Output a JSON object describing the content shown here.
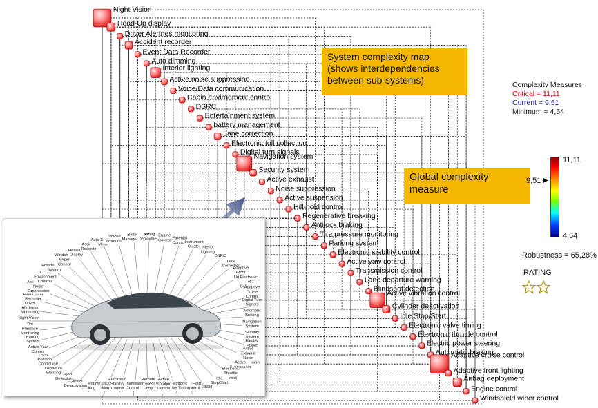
{
  "map": {
    "nodes": [
      {
        "label": "Night Vision",
        "value": 10.8
      },
      {
        "label": "Head-Up display",
        "value": 6.6
      },
      {
        "label": "Driver Alertnes monitoring",
        "value": 5.4
      },
      {
        "label": "Accident recorder",
        "value": 6.3
      },
      {
        "label": "Event Data Recorder",
        "value": 5.1
      },
      {
        "label": "Auto dimming",
        "value": 5.2
      },
      {
        "label": "Interior lighting",
        "value": 7.4
      },
      {
        "label": "Active noise suppression",
        "value": 5.6
      },
      {
        "label": "Voice/Data communication",
        "value": 5.3
      },
      {
        "label": "Cabin environment control",
        "value": 5.6
      },
      {
        "label": "DSRC",
        "value": 5.2
      },
      {
        "label": "Entertainment system",
        "value": 5.5
      },
      {
        "label": "battery management",
        "value": 5.3
      },
      {
        "label": "Lane correction",
        "value": 6.0
      },
      {
        "label": "Electronic toll collection",
        "value": 5.4
      },
      {
        "label": "Digital turn signals",
        "value": 5.4
      },
      {
        "label": "Navigation system",
        "value": 9.6
      },
      {
        "label": "Security system",
        "value": 5.9
      },
      {
        "label": "Active exhaust",
        "value": 5.3
      },
      {
        "label": "Noise suppression",
        "value": 5.4
      },
      {
        "label": "Active suspension",
        "value": 5.3
      },
      {
        "label": "Hill-hold control",
        "value": 5.3
      },
      {
        "label": "Regenerative breaking",
        "value": 5.5
      },
      {
        "label": "Antilock braking",
        "value": 5.3
      },
      {
        "label": "Tire pressure monitoring",
        "value": 5.3
      },
      {
        "label": "Parking system",
        "value": 5.2
      },
      {
        "label": "Electronic stability control",
        "value": 5.4
      },
      {
        "label": "Active yaw control",
        "value": 5.3
      },
      {
        "label": "Transmission control",
        "value": 5.3
      },
      {
        "label": "Lane departure warning",
        "value": 5.3
      },
      {
        "label": "Blindspot detection",
        "value": 5.3
      },
      {
        "label": "Active vibration control",
        "value": 9.5
      },
      {
        "label": "Cylinder deactivation",
        "value": 6.3
      },
      {
        "label": "Idle Stop/Start",
        "value": 5.3
      },
      {
        "label": "Electronic valve timing",
        "value": 5.3
      },
      {
        "label": "Electronic throttle control",
        "value": 5.3
      },
      {
        "label": "Electric power steering",
        "value": 5.4
      },
      {
        "label": "Automatic braking",
        "value": 5.5
      },
      {
        "label": "Adaptive cruise control",
        "value": 11.1
      },
      {
        "label": "Adaptive front lighting",
        "value": 5.6
      },
      {
        "label": "Airbag deployment",
        "value": 6.7
      },
      {
        "label": "Engine control",
        "value": 5.4
      },
      {
        "label": "Windshield wiper control",
        "value": 5.2
      }
    ]
  },
  "callouts": {
    "map_title": "System complexity map (shows interdependencies between sub-systems)",
    "global": "Global complexity measure"
  },
  "legend": {
    "title": "Complexity Measures",
    "critical": "Critical = 11,11",
    "current": "Current = 9,51",
    "minimum": "Minimum = 4,54",
    "colorbar_max": "11,11",
    "colorbar_min": "4,54",
    "colorbar_current": "9,51",
    "colorbar_current_fraction": 0.75,
    "robustness": "Robustness = 65,28%",
    "rating_label": "RATING",
    "rating_stars": 2
  },
  "car_panel": {
    "labels": [
      "Night Vision",
      "Driver Alertness Monitoring",
      "Event Data Recorder",
      "Active Cabin Noise Suppression",
      "Cabin Environment Controls",
      "Entertainment System",
      "Windshield Wiper Control",
      "Head-Up Display",
      "Accident Recorder",
      "Auto-Dimming Mirror",
      "Voice/Data Communications",
      "Battery Management",
      "Airbag Deployment",
      "Engine Control",
      "Parental Controls",
      "Instrument Cluster",
      "Interior Lighting",
      "DSRC",
      "Lane Correction",
      "Adaptive Front Lighting",
      "Electronic Toll Collection",
      "Adaptive Cruise Control",
      "Digital Turn Signals",
      "Automatic Braking",
      "Navigation System",
      "Security System",
      "Electric Power Steering",
      "Active Exhaust Noise Suppression",
      "Active Suspension",
      "Electronic Throttle Control",
      "Idle Stop/Start",
      "OBDII",
      "Hill-Hold Control",
      "Electronic Valve Timing",
      "Active Vibration Control",
      "Remote Keyless Entry",
      "Transmission Control",
      "Electronic Stability Control",
      "Antilock Braking",
      "Regenerative Braking",
      "Cylinder De-activation",
      "Blindspot Detection",
      "Lane Departure Warning",
      "Seat Position Control",
      "Active Yaw Control",
      "Parking System",
      "Tire Pressure Monitoring"
    ]
  },
  "colors": {
    "node_fill": "#ee2a2a",
    "node_light": "#ffd6d6",
    "grid": "#222222",
    "callout": "#f5b800",
    "arrow": "#2a3a78"
  }
}
